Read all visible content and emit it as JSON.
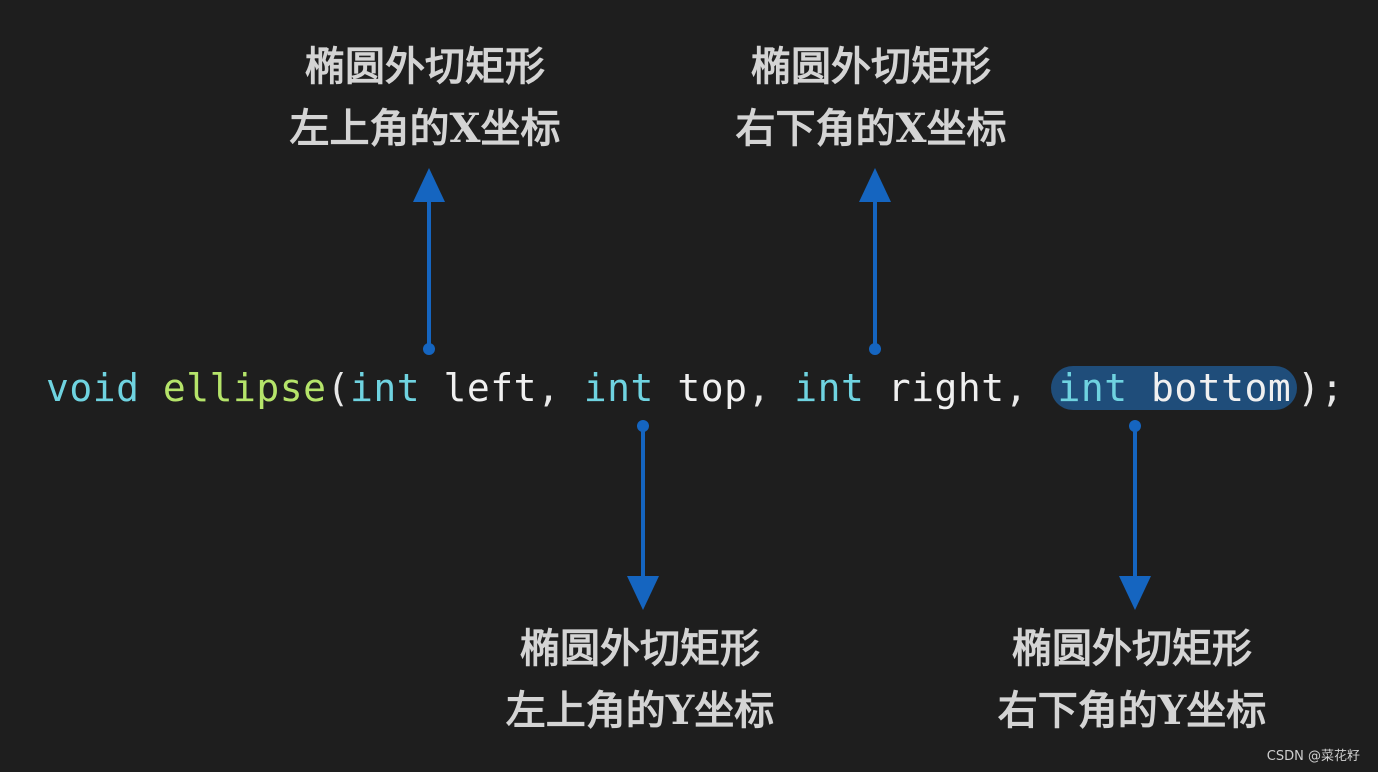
{
  "labels": {
    "left": {
      "line1": "椭圆外切矩形",
      "line2": "左上角的X坐标"
    },
    "right": {
      "line1": "椭圆外切矩形",
      "line2": "右下角的X坐标"
    },
    "top": {
      "line1": "椭圆外切矩形",
      "line2": "左上角的Y坐标"
    },
    "bottom": {
      "line1": "椭圆外切矩形",
      "line2": "右下角的Y坐标"
    }
  },
  "code": {
    "return_type": "void",
    "function_name": "ellipse",
    "open_paren": "(",
    "params": [
      {
        "type": "int",
        "name": "left"
      },
      {
        "type": "int",
        "name": "top"
      },
      {
        "type": "int",
        "name": "right"
      },
      {
        "type": "int",
        "name": "bottom"
      }
    ],
    "separator": ",",
    "close": ");"
  },
  "colors": {
    "background": "#1e1e1e",
    "keyword": "#6fd3e0",
    "function": "#b5e46a",
    "arrow": "#1565c0",
    "highlight": "#1f4d7a"
  },
  "watermark": "CSDN @菜花籽"
}
